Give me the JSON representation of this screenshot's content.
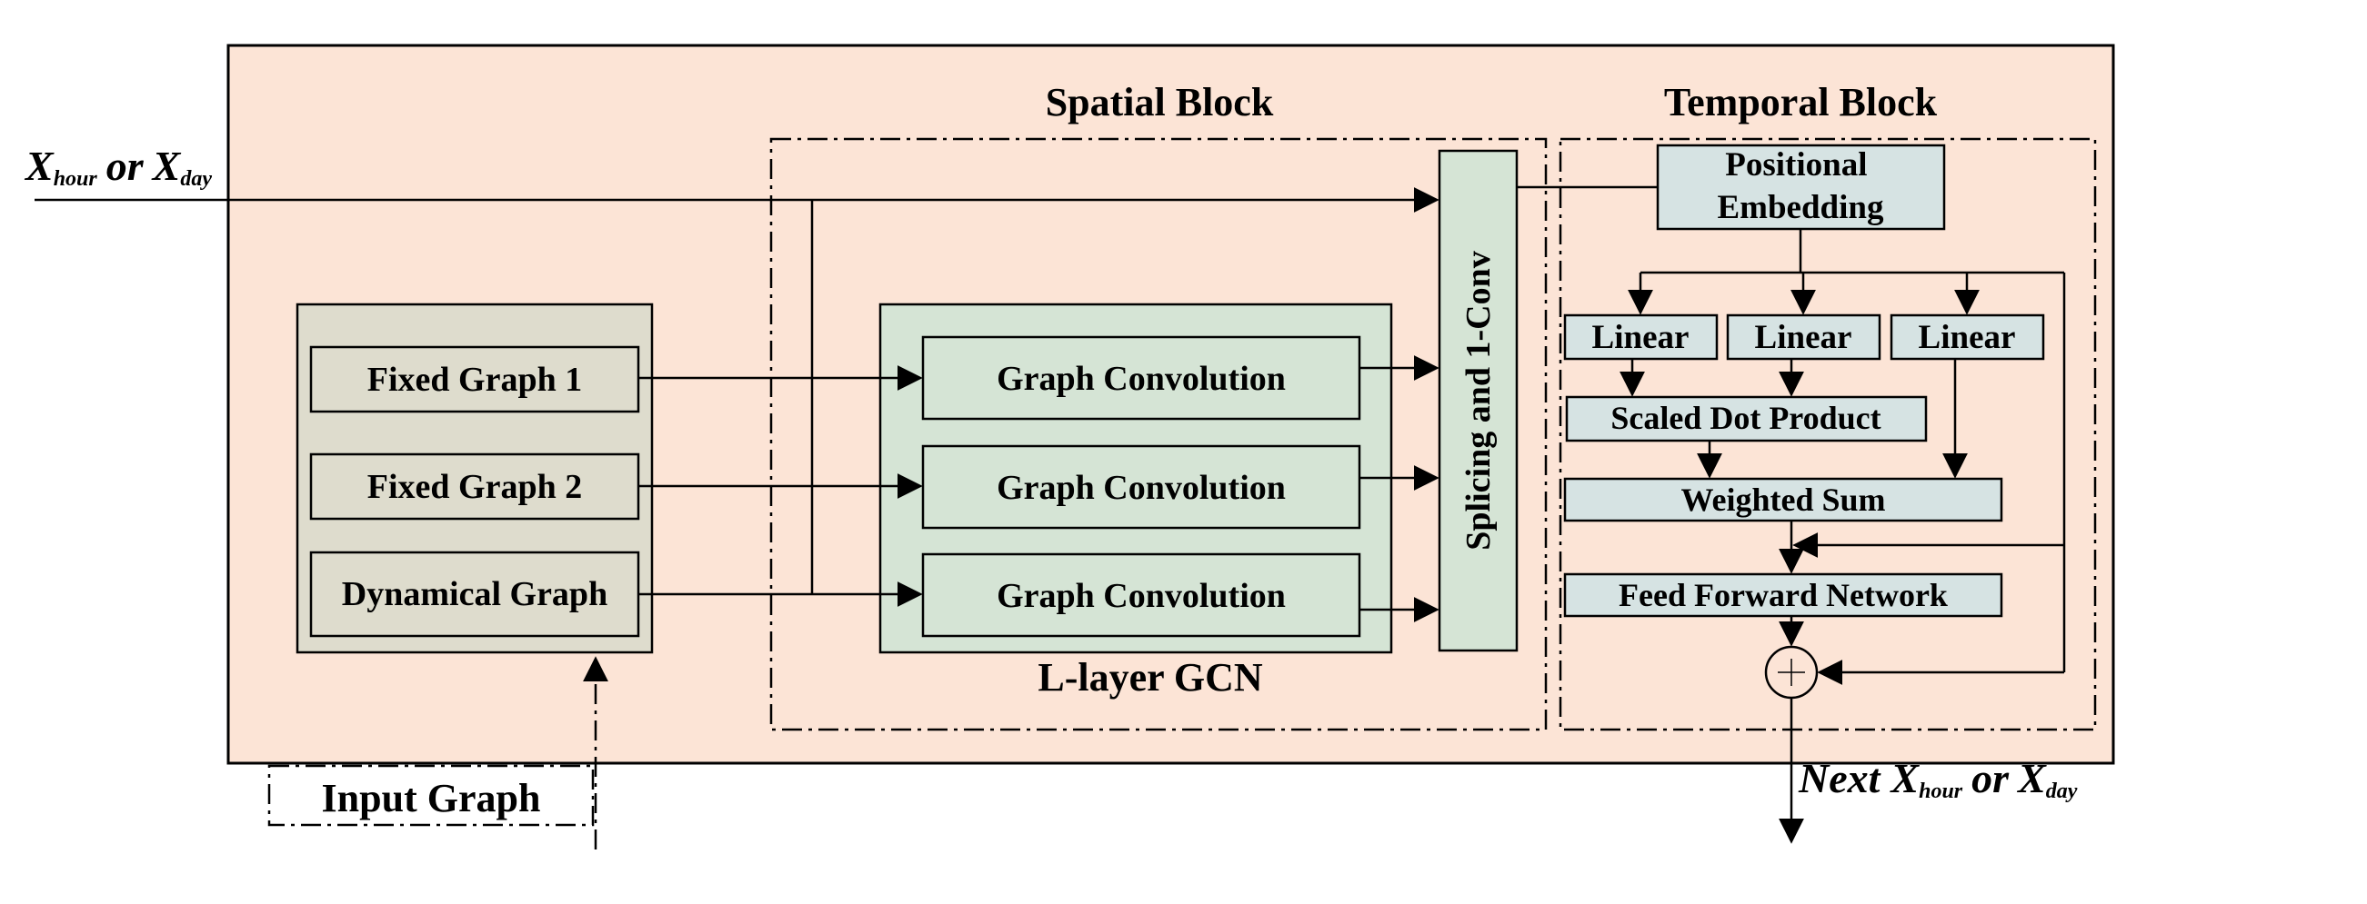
{
  "colors": {
    "outer_fill": "#fce4d6",
    "graph_panel_fill": "#dedccd",
    "gcn_panel_fill": "#d5e4d5",
    "splice_fill": "#d5e4d5",
    "temporal_box_fill": "#d6e3e3",
    "stroke": "#000000"
  },
  "input": {
    "main": "X",
    "sub_hour": "hour",
    "or_word": "or",
    "sub_day": "day"
  },
  "spatial": {
    "title": "Spatial Block",
    "graphs": [
      "Fixed Graph 1",
      "Fixed Graph 2",
      "Dynamical Graph"
    ],
    "convs": [
      "Graph Convolution",
      "Graph Convolution",
      "Graph Convolution"
    ],
    "gcn_label": "L-layer GCN",
    "splice_label": "Splicing and 1-Conv"
  },
  "temporal": {
    "title": "Temporal Block",
    "pos_emb_line1": "Positional",
    "pos_emb_line2": "Embedding",
    "linears": [
      "Linear",
      "Linear",
      "Linear"
    ],
    "sdp": "Scaled Dot Product",
    "wsum": "Weighted Sum",
    "ffn": "Feed Forward Network",
    "plus": "+"
  },
  "output": {
    "next_word": "Next",
    "main": "X",
    "sub_hour": "hour",
    "or_word": "or",
    "sub_day": "day"
  },
  "input_graph": "Input Graph",
  "icons": {
    "adder": "circle-plus-icon",
    "arrowhead": "arrowhead-icon"
  }
}
